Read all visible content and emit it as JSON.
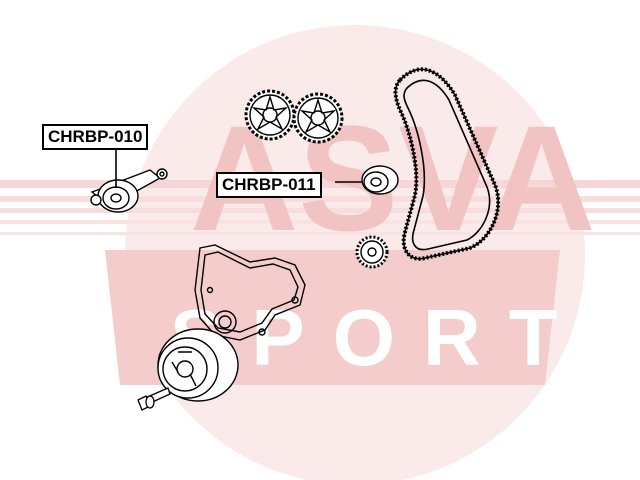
{
  "callouts": [
    {
      "label": "CHRBP-010"
    },
    {
      "label": "CHRBP-011"
    }
  ],
  "watermark": {
    "brand": "ASVA",
    "sub": "SPORT",
    "color": "#f2c8c8"
  },
  "colors": {
    "line": "#000000",
    "background": "#ffffff"
  }
}
